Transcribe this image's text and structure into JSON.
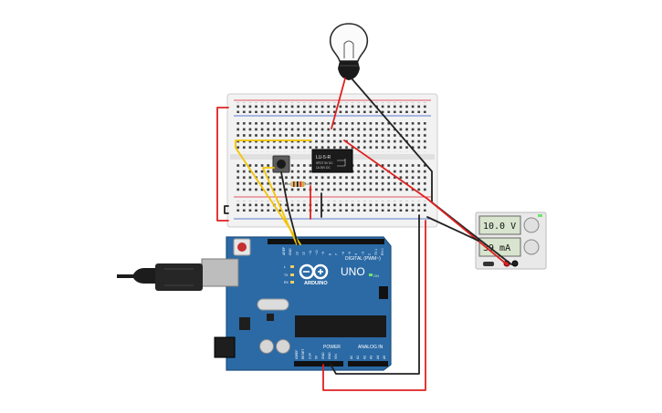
{
  "colors": {
    "board": "#2b6aa5",
    "board_edge": "#1d4f80",
    "breadboard": "#f1f1f1",
    "wire_red": "#e02020",
    "wire_black": "#222222",
    "wire_yellow": "#f2c400",
    "relay": "#1a1a1a",
    "psu_body": "#e9e9e9",
    "psu_display": "#d8e4ce"
  },
  "arduino": {
    "brand": "ARDUINO",
    "model": "UNO",
    "digital_label": "DIGITAL (PWM~)",
    "power_label": "POWER",
    "analog_label": "ANALOG IN",
    "on_label": "ON",
    "tx_label": "TX",
    "rx_label": "RX",
    "l_label": "L",
    "power_pins": [
      "IOREF",
      "RESET",
      "3.3V",
      "5V",
      "GND",
      "GND",
      "VIN"
    ],
    "analog_pins": [
      "A0",
      "A1",
      "A2",
      "A3",
      "A4",
      "A5"
    ],
    "digital_pins": [
      "AREF",
      "GND",
      "13",
      "12",
      "~11",
      "~10",
      "~9",
      "8",
      "7",
      "~6",
      "~5",
      "4",
      "~3",
      "2",
      "TX 1",
      "RX 0"
    ]
  },
  "relay": {
    "part": "LU-5-R",
    "line1": "SPDT 5V DC",
    "line2": "1A 30V DC"
  },
  "power_supply": {
    "voltage": "10.0 V",
    "current": "39 mA"
  },
  "icons": {
    "bulb": "light-bulb-icon",
    "usb": "usb-cable-icon",
    "button": "pushbutton-icon",
    "resistor": "resistor-icon"
  }
}
